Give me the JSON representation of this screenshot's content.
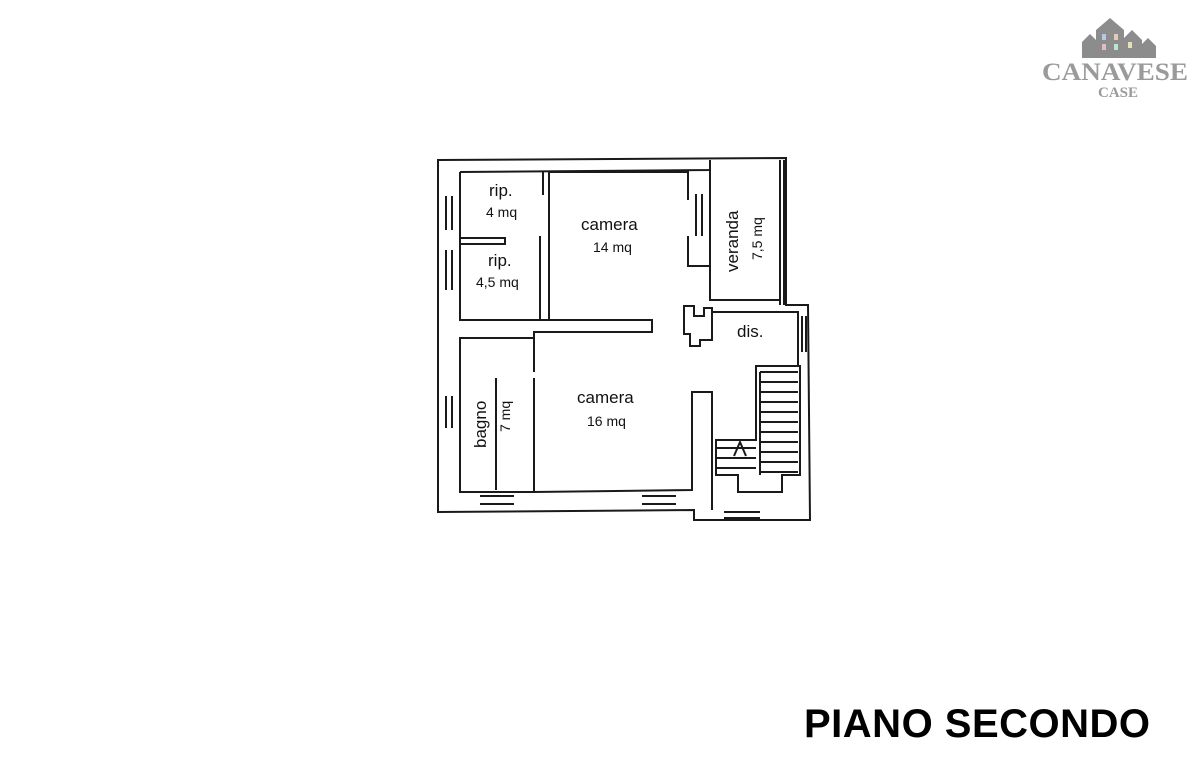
{
  "logo": {
    "brand": "CANAVESE",
    "sub": "CASE"
  },
  "floor_title": "PIANO SECONDO",
  "rooms": {
    "rip1": {
      "name": "rip.",
      "area": "4 mq"
    },
    "rip2": {
      "name": "rip.",
      "area": "4,5 mq"
    },
    "camera1": {
      "name": "camera",
      "area": "14 mq"
    },
    "veranda": {
      "name": "veranda",
      "area": "7,5 mq"
    },
    "dis": {
      "name": "dis."
    },
    "bagno": {
      "name": "bagno",
      "area": "7 mq"
    },
    "camera2": {
      "name": "camera",
      "area": "16 mq"
    }
  },
  "colors": {
    "wall": "#1a1a1a",
    "title": "#000000",
    "logo": "#9a9a9a"
  }
}
